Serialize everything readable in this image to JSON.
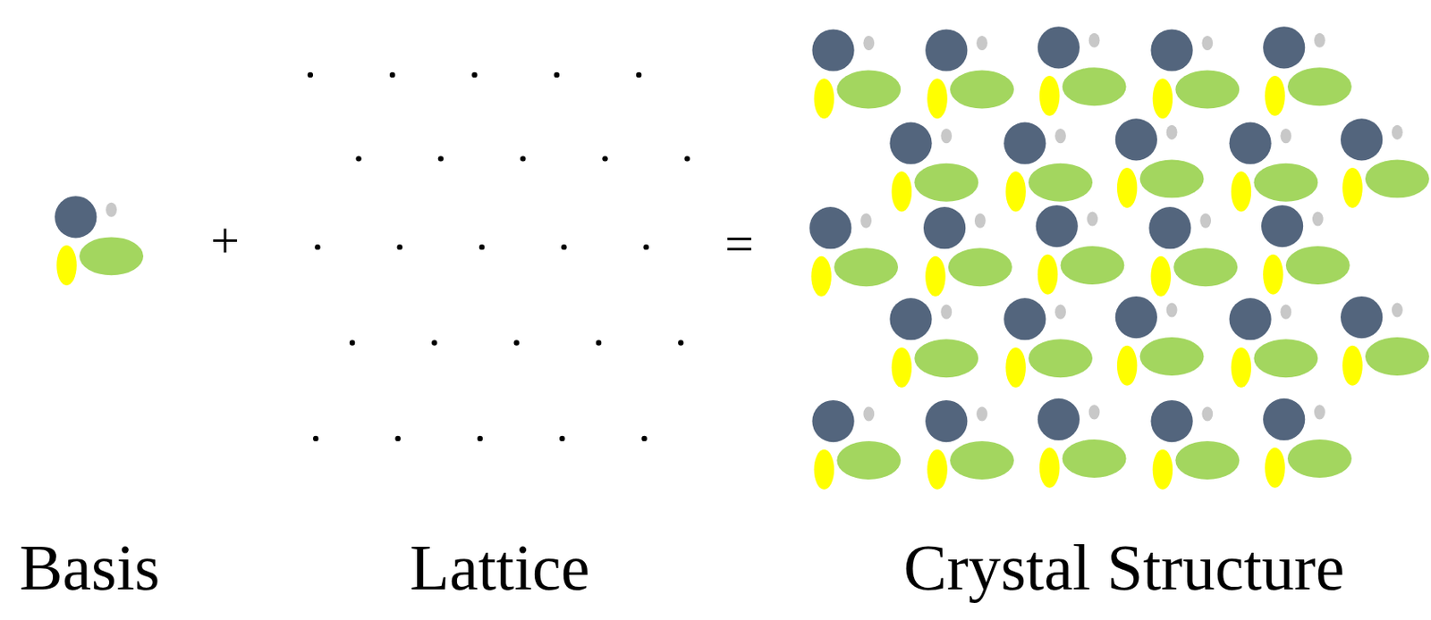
{
  "diagram": {
    "labels": [
      "+",
      "=",
      "Basis",
      "Lattice",
      "Crystal Structure"
    ]
  }
}
